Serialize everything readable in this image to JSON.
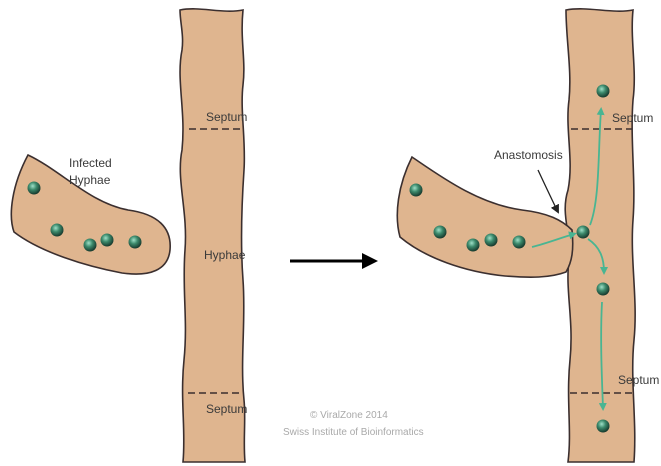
{
  "labels": {
    "infected_line1": "Infected",
    "infected_line2": "Hyphae",
    "hyphae": "Hyphae",
    "septum": "Septum",
    "anastomosis": "Anastomosis"
  },
  "watermark": {
    "line1": "© ViralZone 2014",
    "line2": "Swiss Institute of Bioinformatics"
  },
  "colors": {
    "hypha_fill": "#dfb58f",
    "outline": "#3b2f2f",
    "nucleus": "#2e6b55",
    "arrow_flow": "#49b592",
    "arrow_main": "#000000"
  }
}
